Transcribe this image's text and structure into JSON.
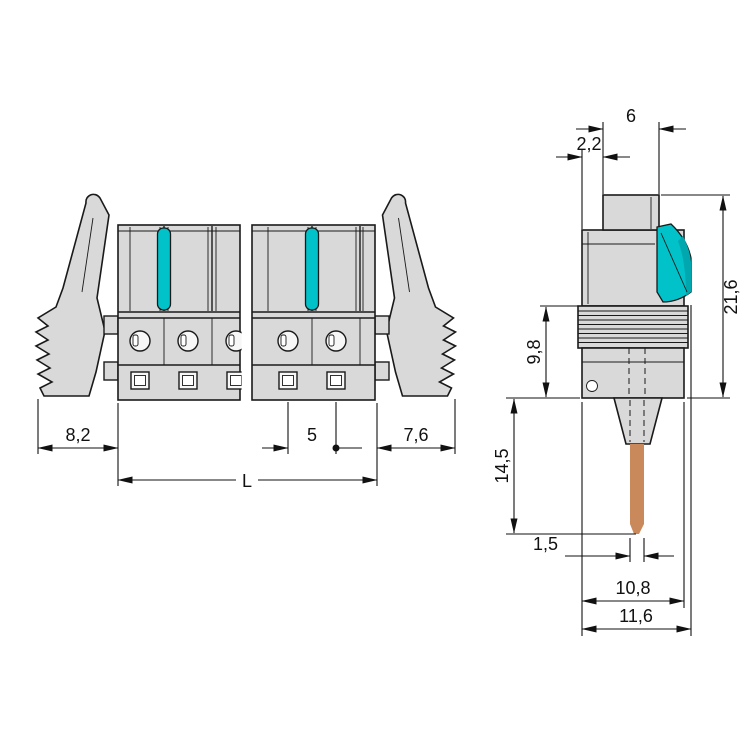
{
  "drawing": {
    "kind": "technical-dimension-drawing",
    "views": {
      "front": {
        "dimensions": {
          "left_lever_offset": "8,2",
          "pole_pitch": "5",
          "right_lever_offset": "7,6",
          "total_length": "L"
        }
      },
      "side": {
        "dimensions": {
          "top_width": "6",
          "top_offset": "2,2",
          "overall_height": "21,6",
          "flange_zone_height": "9,8",
          "pin_length": "14,5",
          "pin_width": "1,5",
          "housing_depth": "10,8",
          "overall_depth": "11,6"
        }
      }
    },
    "colors": {
      "background": "#ffffff",
      "outline": "#1a1a1a",
      "body_fill": "#d9d9d9",
      "hole_fill": "#f7f7f7",
      "accent_teal": "#00c2c8",
      "accent_teal_dark": "#00a7ae",
      "pin_copper": "#c9895a"
    }
  }
}
